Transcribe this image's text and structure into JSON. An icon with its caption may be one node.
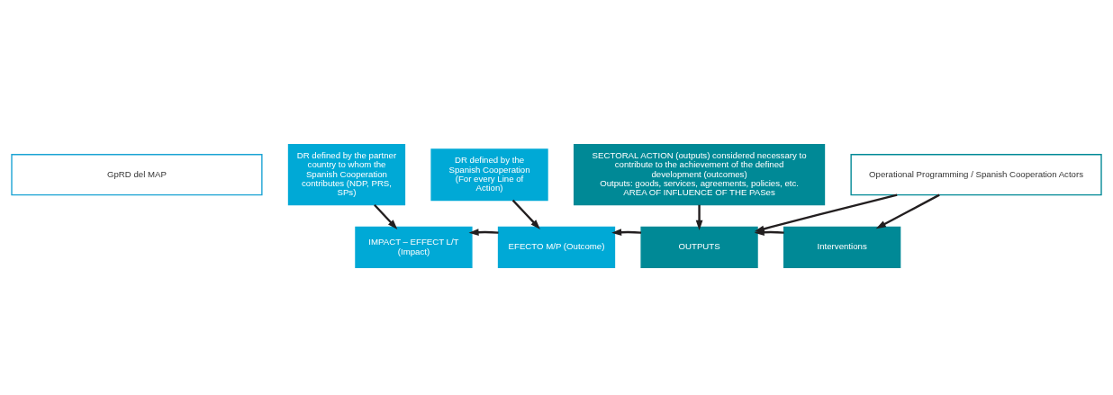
{
  "diagram": {
    "nodes": [
      {
        "text": [
          "GpRD del MAP"
        ]
      },
      {
        "text": [
          "Operational Programming / Spanish Cooperation Actors"
        ]
      },
      {
        "text": [
          "IMPACT – EFFECT L/T (Impact)"
        ]
      },
      {
        "text": [
          "EFECTO M/P (Outcome)"
        ]
      },
      {
        "text": [
          "OUTPUTS"
        ]
      },
      {
        "text": [
          "Interventions"
        ]
      },
      {
        "text": [
          "DR defined by the partner country to whom the Spanish Cooperation contributes (NDP, PRS, SPs)"
        ]
      },
      {
        "text": [
          "DR defined by the Spanish Cooperation (For every Line of Action)"
        ]
      },
      {
        "text": [
          "SECTORAL ACTION (outputs) considered necessary to contribute to the achievement of the defined development (outcomes)",
          "Outputs: goods, services, agreements, policies, etc.",
          "AREA OF INFLUENCE OF THE PASes"
        ]
      }
    ],
    "edges": [
      {
        "from": 1,
        "to": 4,
        "arrow": "to"
      },
      {
        "from": 1,
        "to": 5,
        "arrow": "to"
      },
      {
        "from": 3,
        "to": 2,
        "arrow": "to"
      },
      {
        "from": 4,
        "to": 3,
        "arrow": "to"
      },
      {
        "from": 5,
        "to": 4,
        "arrow": "to"
      },
      {
        "from": 6,
        "to": 2,
        "arrow": "to"
      },
      {
        "from": 7,
        "to": 3,
        "arrow": "to"
      },
      {
        "from": 8,
        "to": 4,
        "arrow": "to"
      }
    ]
  }
}
